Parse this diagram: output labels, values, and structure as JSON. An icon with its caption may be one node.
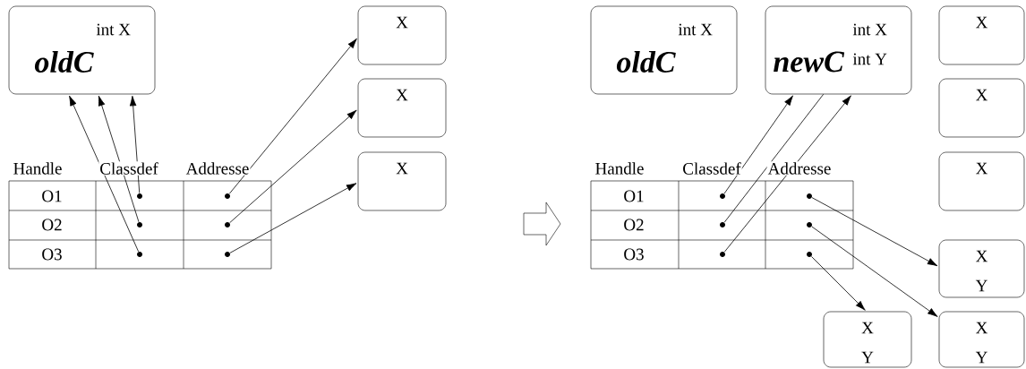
{
  "diagram": {
    "nodes": [
      {
        "text": [
          "oldC",
          "int X"
        ]
      },
      {
        "text": [
          "X"
        ]
      },
      {
        "text": [
          "X"
        ]
      },
      {
        "text": [
          "X"
        ]
      },
      {
        "text": [],
        "shape": "circle"
      },
      {
        "text": [],
        "shape": "circle"
      },
      {
        "text": [],
        "shape": "circle"
      },
      {
        "text": [],
        "shape": "circle"
      },
      {
        "text": [],
        "shape": "circle"
      },
      {
        "text": [],
        "shape": "circle"
      },
      {
        "text": [
          "oldC",
          "int X"
        ]
      },
      {
        "text": [
          "newC",
          "int X",
          "int Y"
        ]
      },
      {
        "text": [
          "X"
        ]
      },
      {
        "text": [
          "X"
        ]
      },
      {
        "text": [
          "X"
        ]
      },
      {
        "text": [
          "X",
          "Y"
        ]
      },
      {
        "text": [
          "X",
          "Y"
        ]
      },
      {
        "text": [
          "X",
          "Y"
        ]
      },
      {
        "text": [],
        "shape": "circle"
      },
      {
        "text": [],
        "shape": "circle"
      },
      {
        "text": [],
        "shape": "circle"
      },
      {
        "text": [],
        "shape": "circle"
      },
      {
        "text": [],
        "shape": "circle"
      },
      {
        "text": [],
        "shape": "circle"
      }
    ],
    "edges": [
      {
        "from": 4,
        "to": 0,
        "arrow": "to"
      },
      {
        "from": 5,
        "to": 0,
        "arrow": "to"
      },
      {
        "from": 6,
        "to": 0,
        "arrow": "to"
      },
      {
        "from": 7,
        "to": 1,
        "arrow": "to"
      },
      {
        "from": 8,
        "to": 2,
        "arrow": "to"
      },
      {
        "from": 9,
        "to": 3,
        "arrow": "to"
      },
      {
        "from": 18,
        "to": 11,
        "arrow": "to"
      },
      {
        "from": 19,
        "to": 11,
        "arrow": "none"
      },
      {
        "from": 20,
        "to": 11,
        "arrow": "to"
      },
      {
        "from": 21,
        "to": 15,
        "arrow": "to"
      },
      {
        "from": 22,
        "to": 17,
        "arrow": "to"
      },
      {
        "from": 23,
        "to": 16,
        "arrow": "to"
      }
    ],
    "labels": [
      "Handle",
      "Classdef",
      "Addresse",
      "O1",
      "O2",
      "O3",
      "Handle",
      "Classdef",
      "Addresse",
      "O1",
      "O2",
      "O3"
    ]
  }
}
